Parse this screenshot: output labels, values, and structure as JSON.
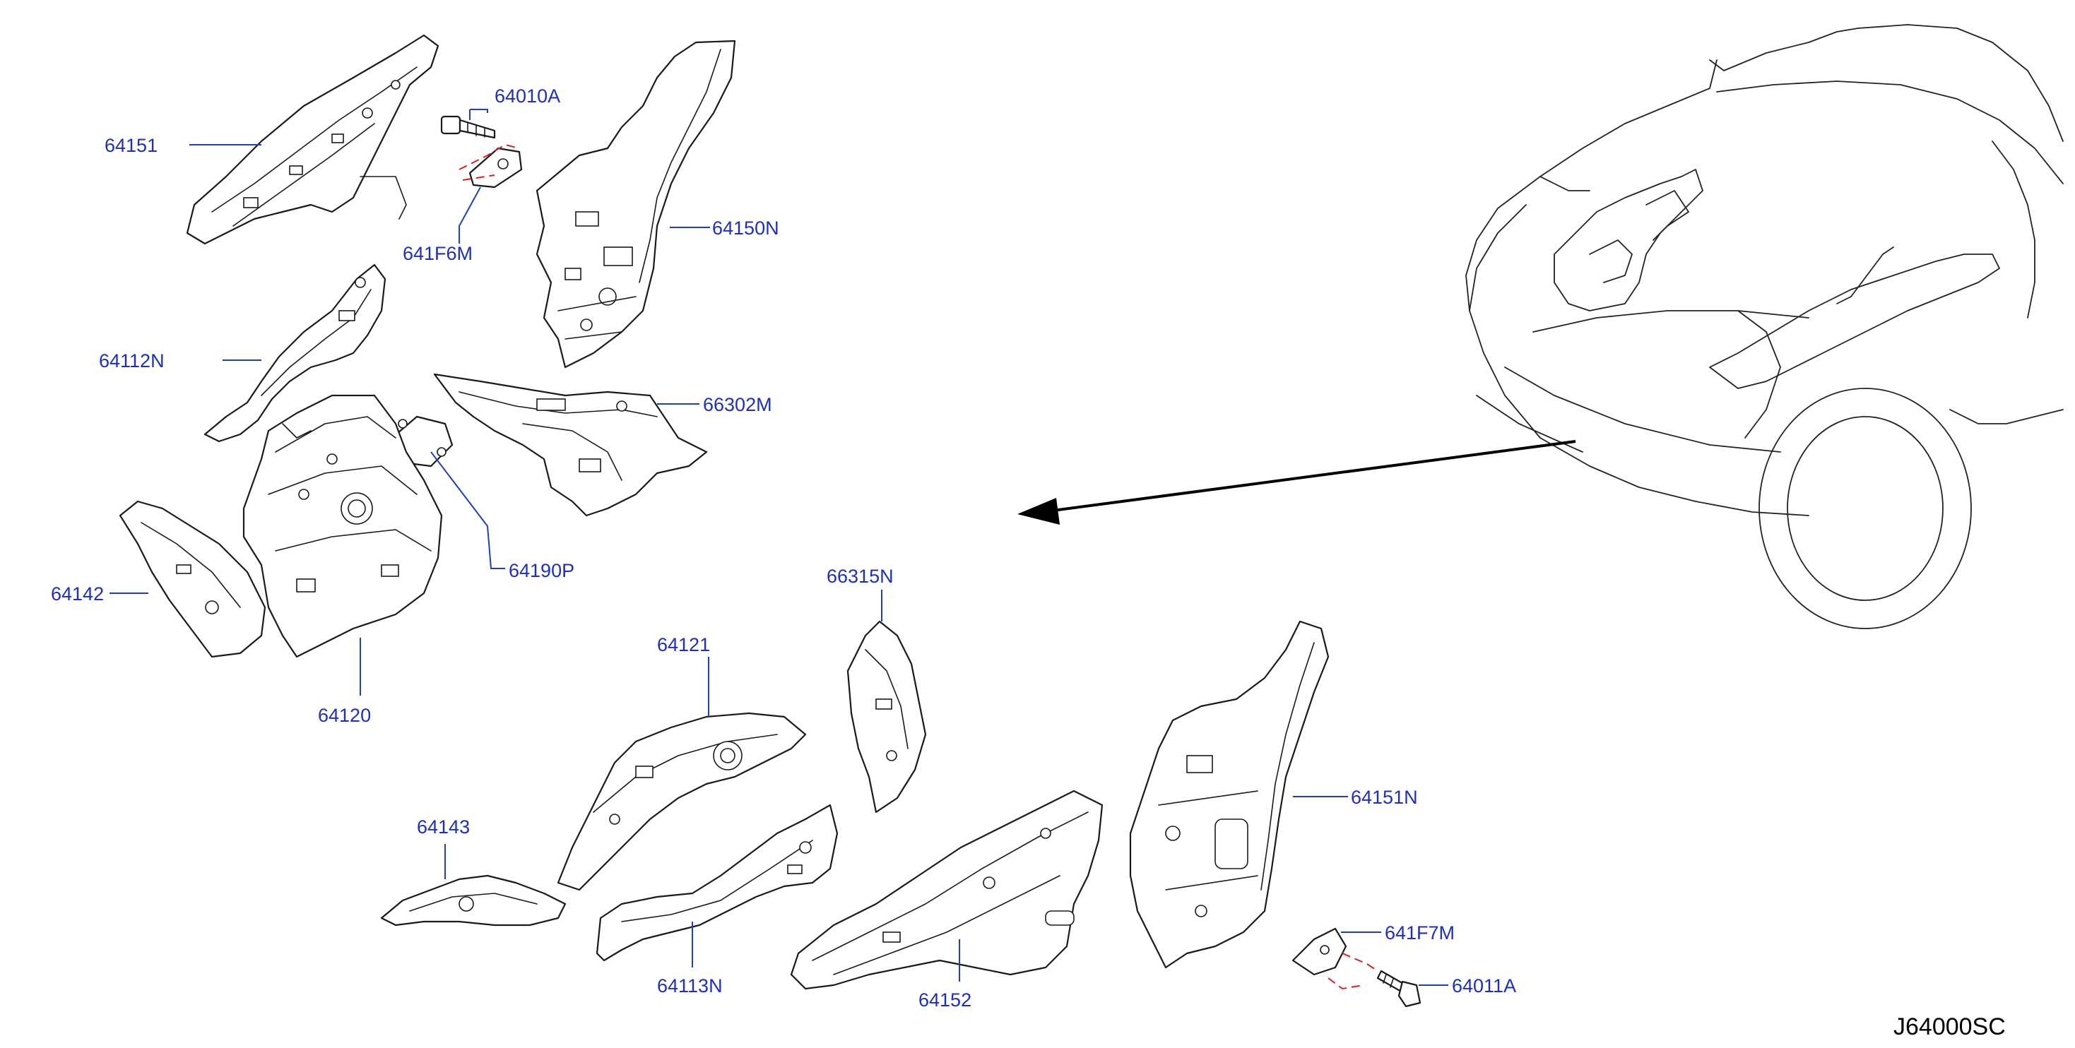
{
  "diagram_code": "J64000SC",
  "labels": {
    "p64151": "64151",
    "p64010A": "64010A",
    "p641F6M": "641F6M",
    "p64150N": "64150N",
    "p64112N": "64112N",
    "p66302M": "66302M",
    "p64190P": "64190P",
    "p64142": "64142",
    "p64120": "64120",
    "p66315N": "66315N",
    "p64121": "64121",
    "p64151N": "64151N",
    "p64143": "64143",
    "p641F7M": "641F7M",
    "p64011A": "64011A",
    "p64113N": "64113N",
    "p64152": "64152"
  },
  "colors": {
    "label_text": "#1c2fc2",
    "leader_line": "#1f3fbf",
    "dashed_indicator": "#e02020",
    "line_art": "#1a1a1a"
  }
}
